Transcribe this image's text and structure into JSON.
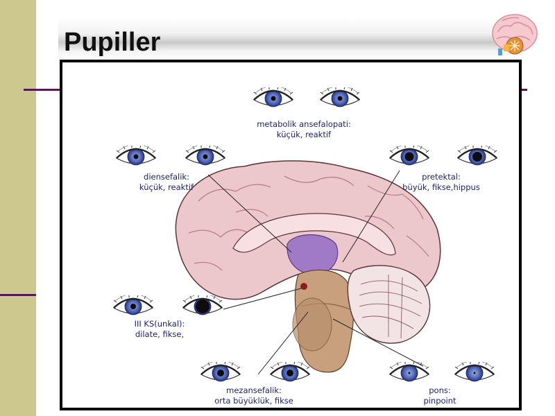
{
  "slide": {
    "title": "Pupiller",
    "colors": {
      "sidebar": "#cdc88e",
      "accent_rule": "#5a1650",
      "label_text": "#1b1f6e",
      "iris": "#4a5fb0"
    }
  },
  "figure": {
    "labels": [
      {
        "line1": "metabolik ansefalopati:",
        "line2": "küçük, reaktif"
      },
      {
        "line1": "diensefalik:",
        "line2": "küçük, reaktif"
      },
      {
        "line1": "pretektal:",
        "line2": "büyük, fikse,hippus"
      },
      {
        "line1": "III KS(unkal):",
        "line2": "dilate, fikse,"
      },
      {
        "line1": "mezansefalik:",
        "line2": "orta büyüklük, fikse"
      },
      {
        "line1": "pons:",
        "line2": "pinpoint"
      }
    ],
    "eye_pairs": [
      {
        "group": "metabolic",
        "pupils": [
          "small",
          "small"
        ]
      },
      {
        "group": "diencephalic",
        "pupils": [
          "small",
          "small"
        ]
      },
      {
        "group": "pretectal",
        "pupils": [
          "large",
          "large"
        ]
      },
      {
        "group": "third-nerve",
        "pupils": [
          "small",
          "dilated"
        ]
      },
      {
        "group": "midbrain",
        "pupils": [
          "medium",
          "medium"
        ]
      },
      {
        "group": "pontine",
        "pupils": [
          "pinpoint",
          "pinpoint"
        ]
      }
    ]
  }
}
